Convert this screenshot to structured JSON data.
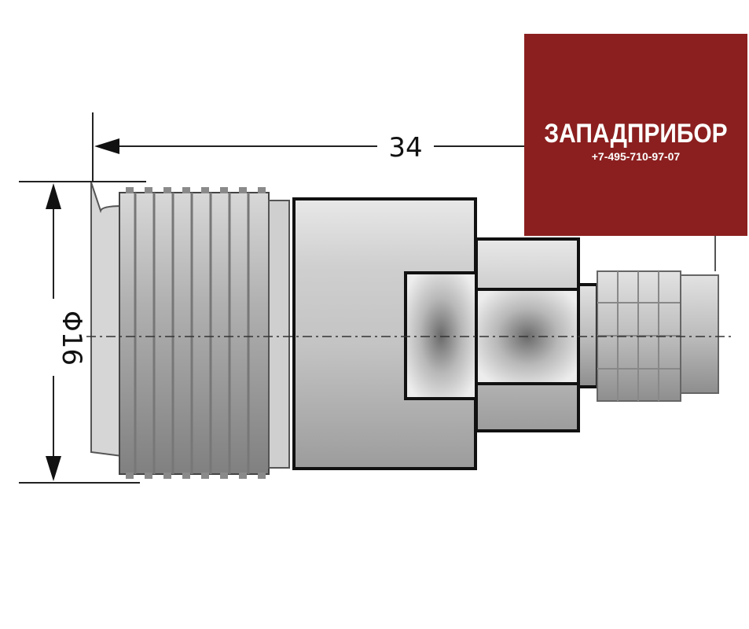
{
  "dimensions": {
    "length_label": "34",
    "diameter_label": "Φ16"
  },
  "brand": {
    "name": "ЗАПАДПРИБОР",
    "phone": "+7-495-710-97-07",
    "background_color": "#8b1f1f"
  },
  "colors": {
    "outline": "#111111",
    "body_gray": "#b8b8b8",
    "thread_gray": "#9a9a9a"
  }
}
